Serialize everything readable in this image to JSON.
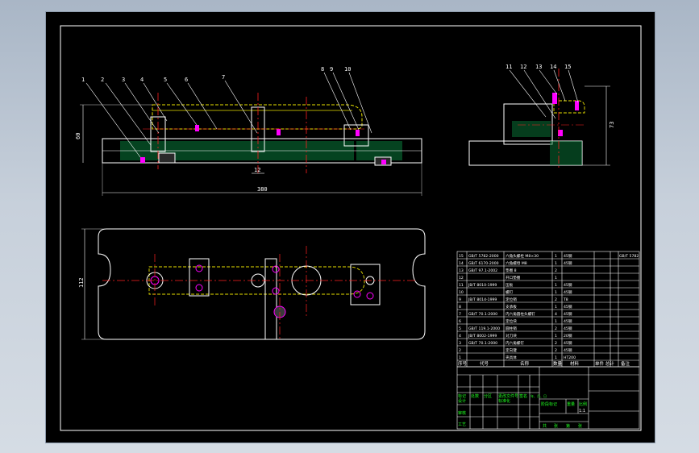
{
  "views": {
    "front": {
      "balloons": [
        "1",
        "2",
        "3",
        "4",
        "5",
        "6",
        "7",
        "8",
        "9",
        "10"
      ],
      "dim_height": "60",
      "dim_width": "380",
      "dim_small": "12"
    },
    "side": {
      "balloons": [
        "11",
        "12",
        "13",
        "14",
        "15"
      ],
      "dim_height": "73"
    },
    "top": {
      "dim_height": "112"
    }
  },
  "bom": {
    "header": {
      "seq": "序号",
      "code": "代号",
      "name": "名称",
      "qty": "数量",
      "material": "材料",
      "weight": "单件 总计",
      "remark": "备注"
    },
    "rows": [
      {
        "seq": "15",
        "code": "GB/T 5782-2000",
        "name": "六角头螺栓 M8×30",
        "qty": "1",
        "material": "45钢",
        "remark": "GB/T 5782"
      },
      {
        "seq": "14",
        "code": "GB/T 6170-2000",
        "name": "六角螺母 M8",
        "qty": "1",
        "material": "45钢",
        "remark": ""
      },
      {
        "seq": "13",
        "code": "GB/T 97.1-2002",
        "name": "垫圈 8",
        "qty": "2",
        "material": "",
        "remark": ""
      },
      {
        "seq": "12",
        "code": "",
        "name": "开口垫圈",
        "qty": "1",
        "material": "",
        "remark": ""
      },
      {
        "seq": "11",
        "code": "JB/T 8010-1999",
        "name": "压板",
        "qty": "1",
        "material": "45钢",
        "remark": ""
      },
      {
        "seq": "10",
        "code": "",
        "name": "螺钉",
        "qty": "1",
        "material": "45钢",
        "remark": ""
      },
      {
        "seq": "9",
        "code": "JB/T 8014-1999",
        "name": "定位销",
        "qty": "2",
        "material": "T8",
        "remark": ""
      },
      {
        "seq": "8",
        "code": "",
        "name": "支承板",
        "qty": "1",
        "material": "45钢",
        "remark": ""
      },
      {
        "seq": "7",
        "code": "GB/T 70.1-2000",
        "name": "内六角圆柱头螺钉",
        "qty": "4",
        "material": "45钢",
        "remark": ""
      },
      {
        "seq": "6",
        "code": "",
        "name": "定位块",
        "qty": "1",
        "material": "45钢",
        "remark": ""
      },
      {
        "seq": "5",
        "code": "GB/T 119.1-2000",
        "name": "圆柱销",
        "qty": "2",
        "material": "45钢",
        "remark": ""
      },
      {
        "seq": "4",
        "code": "JB/T 8002-1999",
        "name": "对刀块",
        "qty": "1",
        "material": "20钢",
        "remark": ""
      },
      {
        "seq": "3",
        "code": "GB/T 70.1-2000",
        "name": "内六角螺钉",
        "qty": "2",
        "material": "45钢",
        "remark": ""
      },
      {
        "seq": "2",
        "code": "",
        "name": "定向键",
        "qty": "2",
        "material": "45钢",
        "remark": ""
      },
      {
        "seq": "1",
        "code": "",
        "name": "夹具体",
        "qty": "1",
        "material": "HT200",
        "remark": ""
      }
    ]
  },
  "title_block": {
    "col_labels": [
      "标记",
      "处数",
      "分区",
      "更改文件号",
      "签名",
      "年、月、日"
    ],
    "row_labels": [
      "设计",
      "审核",
      "工艺"
    ],
    "std_label": "标准化",
    "stage_label": "阶段标记",
    "weight_label": "重量",
    "scale_label": "比例",
    "scale_value": "1:1",
    "sheet_labels": [
      "共",
      "张",
      "第",
      "张"
    ]
  }
}
